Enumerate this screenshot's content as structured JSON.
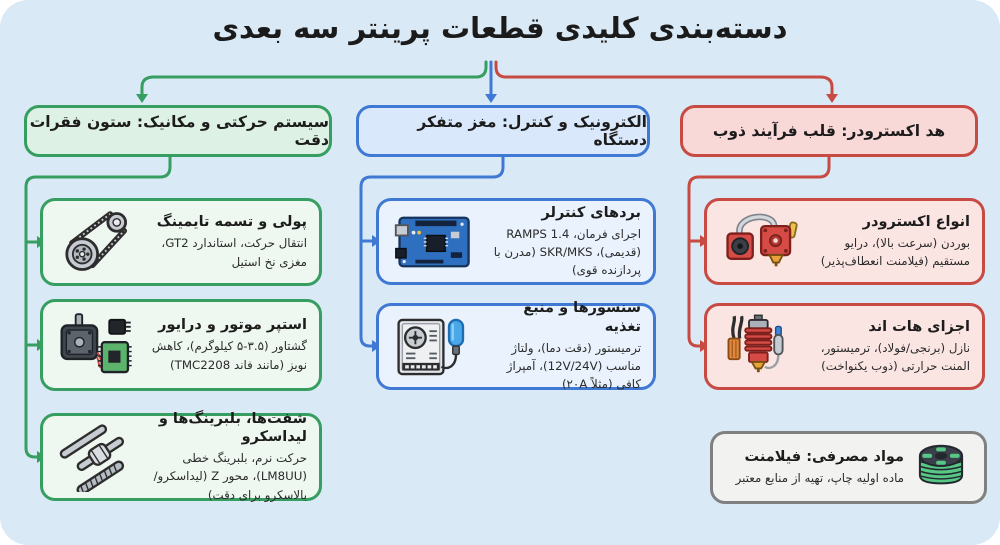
{
  "title": "دسته‌بندی کلیدی قطعات پرینتر سه بعدی",
  "colors": {
    "background": "#d9e9f6",
    "green": "#369e61",
    "green_header_bg": "#def1e5",
    "green_card_bg": "#eef7f0",
    "blue": "#3f79d3",
    "blue_header_bg": "#d9e9fb",
    "blue_card_bg": "#e9f2fd",
    "red": "#c74a43",
    "red_header_bg": "#f8d9d7",
    "red_card_bg": "#fbe5e3",
    "gray": "#808080",
    "gray_card_bg": "#f2f2f0",
    "title_text": "#1b1b1b"
  },
  "branches": [
    {
      "id": "mechanics",
      "header": "سیستم حرکتی و مکانیک: ستون فقرات دقت",
      "cards": [
        {
          "title": "پولی و تسمه تایمینگ",
          "description": "انتقال حرکت، استاندارد GT2، مغزی نخ استیل",
          "icon": "belt-pulley-icon"
        },
        {
          "title": "استپر موتور و درایور",
          "description": "گشتاور (۳.۵-۵ کیلوگرم)، کاهش نویز (مانند فاند TMC2208)",
          "icon": "stepper-motor-icon"
        },
        {
          "title": "شفت‌ها، بلبرینگ‌ها و لیداسکرو",
          "description": "حرکت نرم، بلبرینگ خطی (LM8UU)، محور Z (لیداسکرو/بالاسکرو برای دقت)",
          "icon": "shafts-bearings-icon"
        }
      ]
    },
    {
      "id": "electronics",
      "header": "الکترونیک و کنترل: مغز متفکر دستگاه",
      "cards": [
        {
          "title": "بردهای کنترلر",
          "description": "اجرای فرمان، RAMPS 1.4 (قدیمی)، SKR/MKS (مدرن با پردازنده قوی)",
          "icon": "controller-board-icon"
        },
        {
          "title": "سنسورها و منبع تغذیه",
          "description": "ترمیستور (دقت دما)، ولتاژ مناسب (12V/24V)، آمپراژ کافی (مثلاً ۲۰A)",
          "icon": "psu-thermistor-icon"
        }
      ]
    },
    {
      "id": "extruder-head",
      "header": "هد اکسترودر: قلب فرآیند ذوب",
      "cards": [
        {
          "title": "انواع اکسترودر",
          "description": "بوردن (سرعت بالا)، درایو مستقیم (فیلامنت انعطاف‌پذیر)",
          "icon": "extruder-types-icon"
        },
        {
          "title": "اجزای هات اند",
          "description": "نازل (برنجی/فولاد)، ترمیستور، المنت حرارتی (ذوب یکنواخت)",
          "icon": "hotend-icon"
        }
      ]
    }
  ],
  "standalone_card": {
    "title": "مواد مصرفی: فیلامنت",
    "description": "ماده اولیه چاپ، تهیه از منابع معتبر",
    "icon": "filament-spool-icon"
  }
}
